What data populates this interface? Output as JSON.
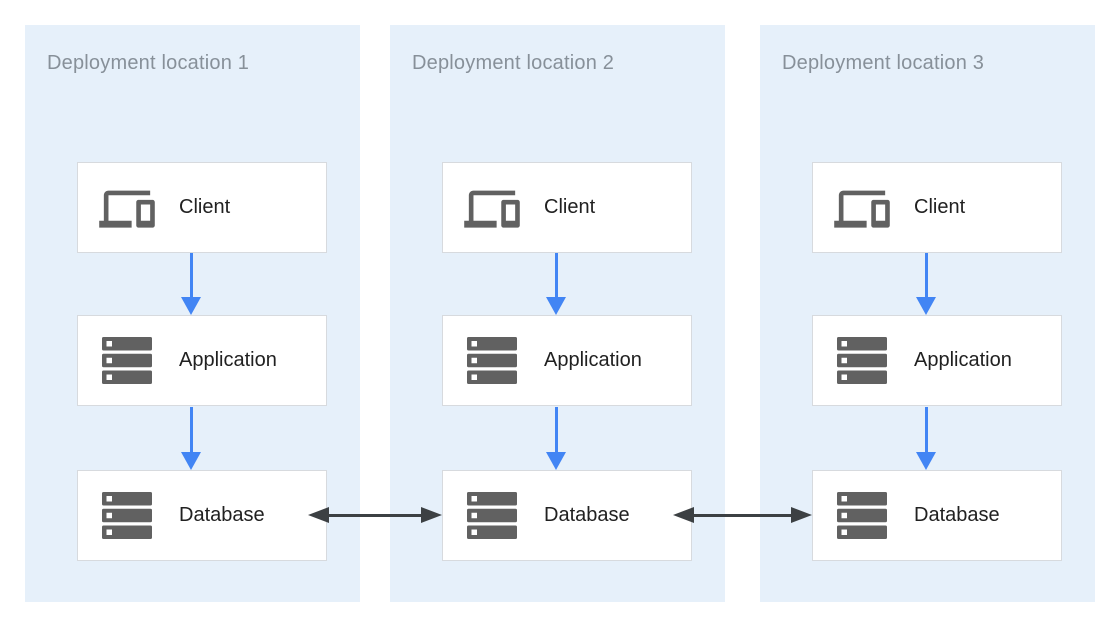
{
  "colors": {
    "canvas_bg": "#ffffff",
    "panel_bg": "#e6f0fa",
    "panel_title": "#879099",
    "node_bg": "#ffffff",
    "node_border": "#d7dade",
    "node_label": "#212121",
    "icon": "#616161",
    "flow_arrow_blue": "#4285f4",
    "sync_arrow_dark": "#3c4043"
  },
  "panels": [
    {
      "title": "Deployment location 1",
      "nodes": [
        {
          "label": "Client",
          "icon": "devices-icon"
        },
        {
          "label": "Application",
          "icon": "server-stack-icon"
        },
        {
          "label": "Database",
          "icon": "server-stack-icon"
        }
      ]
    },
    {
      "title": "Deployment location 2",
      "nodes": [
        {
          "label": "Client",
          "icon": "devices-icon"
        },
        {
          "label": "Application",
          "icon": "server-stack-icon"
        },
        {
          "label": "Database",
          "icon": "server-stack-icon"
        }
      ]
    },
    {
      "title": "Deployment location 3",
      "nodes": [
        {
          "label": "Client",
          "icon": "devices-icon"
        },
        {
          "label": "Application",
          "icon": "server-stack-icon"
        },
        {
          "label": "Database",
          "icon": "server-stack-icon"
        }
      ]
    }
  ],
  "arrows": {
    "flow": [
      "Client to Application (downward, each location)",
      "Application to Database (downward, each location)"
    ],
    "sync": [
      "Database location 1 to Database location 2 (bidirectional)",
      "Database location 2 to Database location 3 (bidirectional)"
    ]
  }
}
